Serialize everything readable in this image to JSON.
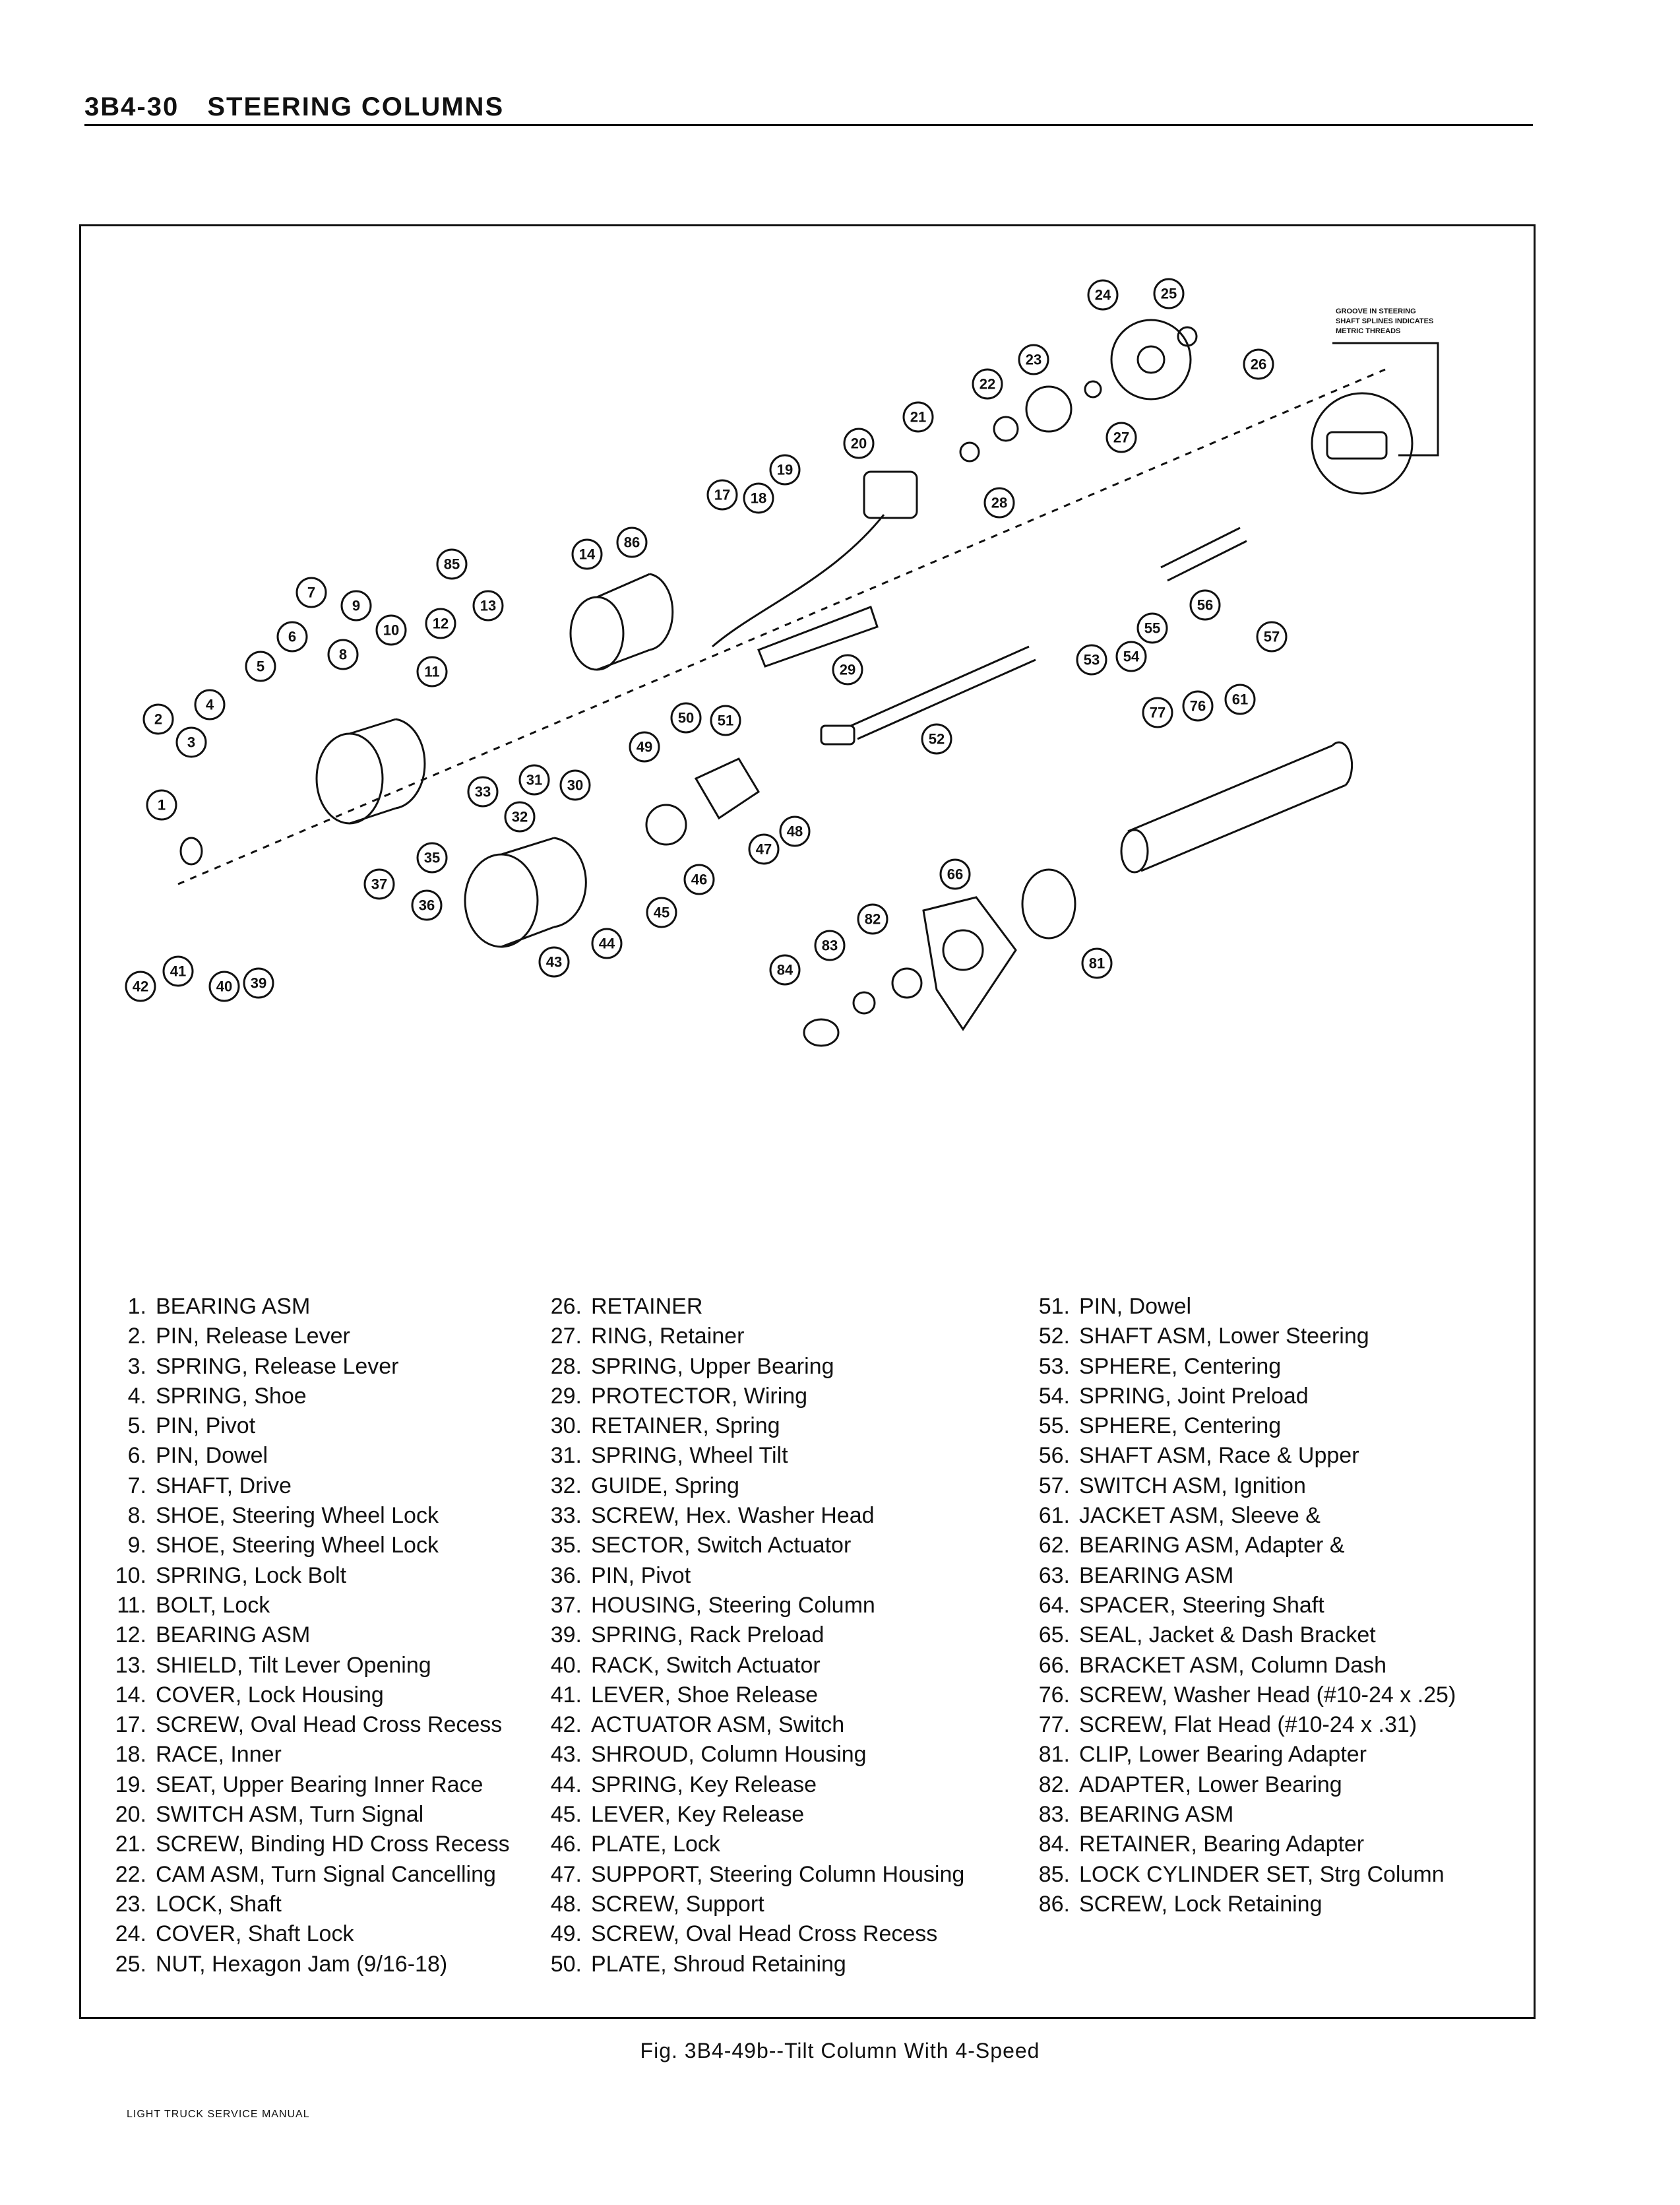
{
  "header": {
    "page_number": "3B4-30",
    "section_title": "STEERING COLUMNS"
  },
  "diagram": {
    "note_lines": [
      "GROOVE IN STEERING",
      "SHAFT SPLINES INDICATES",
      "METRIC THREADS"
    ],
    "callouts": [
      "1",
      "2",
      "3",
      "4",
      "5",
      "6",
      "7",
      "8",
      "9",
      "10",
      "11",
      "12",
      "13",
      "14",
      "17",
      "18",
      "19",
      "20",
      "21",
      "22",
      "23",
      "24",
      "25",
      "26",
      "27",
      "28",
      "29",
      "30",
      "31",
      "32",
      "33",
      "35",
      "36",
      "37",
      "39",
      "40",
      "41",
      "42",
      "43",
      "44",
      "45",
      "46",
      "47",
      "48",
      "49",
      "50",
      "51",
      "52",
      "53",
      "54",
      "55",
      "56",
      "57",
      "61",
      "66",
      "76",
      "77",
      "81",
      "82",
      "83",
      "84",
      "85",
      "86"
    ]
  },
  "legend": {
    "column1": [
      {
        "num": "1.",
        "text": "BEARING ASM"
      },
      {
        "num": "2.",
        "text": "PIN, Release Lever"
      },
      {
        "num": "3.",
        "text": "SPRING, Release  Lever"
      },
      {
        "num": "4.",
        "text": "SPRING, Shoe"
      },
      {
        "num": "5.",
        "text": "PIN, Pivot"
      },
      {
        "num": "6.",
        "text": "PIN, Dowel"
      },
      {
        "num": "7.",
        "text": "SHAFT, Drive"
      },
      {
        "num": "8.",
        "text": "SHOE, Steering Wheel Lock"
      },
      {
        "num": "9.",
        "text": "SHOE, Steering Wheel Lock"
      },
      {
        "num": "10.",
        "text": "SPRING, Lock Bolt"
      },
      {
        "num": "11.",
        "text": "BOLT, Lock"
      },
      {
        "num": "12.",
        "text": "BEARING ASM"
      },
      {
        "num": "13.",
        "text": "SHIELD, Tilt Lever Opening"
      },
      {
        "num": "14.",
        "text": "COVER, Lock Housing"
      },
      {
        "num": "17.",
        "text": "SCREW, Oval Head Cross Recess"
      },
      {
        "num": "18.",
        "text": "RACE, Inner"
      },
      {
        "num": "19.",
        "text": "SEAT, Upper Bearing Inner Race"
      },
      {
        "num": "20.",
        "text": "SWITCH ASM, Turn Signal"
      },
      {
        "num": "21.",
        "text": "SCREW, Binding HD Cross Recess"
      },
      {
        "num": "22.",
        "text": "CAM ASM, Turn Signal Cancelling"
      },
      {
        "num": "23.",
        "text": "LOCK, Shaft"
      },
      {
        "num": "24.",
        "text": "COVER, Shaft Lock"
      },
      {
        "num": "25.",
        "text": "NUT, Hexagon Jam (9/16-18)"
      }
    ],
    "column2": [
      {
        "num": "26.",
        "text": "RETAINER"
      },
      {
        "num": "27.",
        "text": "RING, Retainer"
      },
      {
        "num": "28.",
        "text": "SPRING, Upper Bearing"
      },
      {
        "num": "29.",
        "text": "PROTECTOR, Wiring"
      },
      {
        "num": "30.",
        "text": "RETAINER, Spring"
      },
      {
        "num": "31.",
        "text": "SPRING, Wheel Tilt"
      },
      {
        "num": "32.",
        "text": "GUIDE, Spring"
      },
      {
        "num": "33.",
        "text": "SCREW, Hex. Washer Head"
      },
      {
        "num": "35.",
        "text": "SECTOR, Switch Actuator"
      },
      {
        "num": "36.",
        "text": "PIN, Pivot"
      },
      {
        "num": "37.",
        "text": "HOUSING, Steering Column"
      },
      {
        "num": "39.",
        "text": "SPRING, Rack Preload"
      },
      {
        "num": "40.",
        "text": "RACK, Switch Actuator"
      },
      {
        "num": "41.",
        "text": "LEVER, Shoe Release"
      },
      {
        "num": "42.",
        "text": "ACTUATOR ASM, Switch"
      },
      {
        "num": "43.",
        "text": "SHROUD, Column Housing"
      },
      {
        "num": "44.",
        "text": "SPRING, Key Release"
      },
      {
        "num": "45.",
        "text": "LEVER, Key Release"
      },
      {
        "num": "46.",
        "text": "PLATE, Lock"
      },
      {
        "num": "47.",
        "text": "SUPPORT, Steering Column Housing"
      },
      {
        "num": "48.",
        "text": "SCREW, Support"
      },
      {
        "num": "49.",
        "text": "SCREW, Oval Head Cross Recess"
      },
      {
        "num": "50.",
        "text": "PLATE, Shroud Retaining"
      }
    ],
    "column3": [
      {
        "num": "51.",
        "text": "PIN, Dowel"
      },
      {
        "num": "52.",
        "text": "SHAFT ASM, Lower Steering"
      },
      {
        "num": "53.",
        "text": "SPHERE, Centering"
      },
      {
        "num": "54.",
        "text": "SPRING, Joint Preload"
      },
      {
        "num": "55.",
        "text": "SPHERE, Centering"
      },
      {
        "num": "56.",
        "text": "SHAFT ASM, Race & Upper"
      },
      {
        "num": "57.",
        "text": "SWITCH ASM, Ignition"
      },
      {
        "num": "61.",
        "text": "JACKET ASM, Sleeve &"
      },
      {
        "num": "62.",
        "text": "BEARING ASM, Adapter &"
      },
      {
        "num": "63.",
        "text": "BEARING ASM"
      },
      {
        "num": "64.",
        "text": "SPACER, Steering Shaft"
      },
      {
        "num": "65.",
        "text": "SEAL, Jacket & Dash Bracket"
      },
      {
        "num": "66.",
        "text": "BRACKET ASM, Column Dash"
      },
      {
        "num": "76.",
        "text": "SCREW, Washer Head (#10-24 x .25)"
      },
      {
        "num": "77.",
        "text": "SCREW, Flat Head (#10-24 x .31)"
      },
      {
        "num": "81.",
        "text": "CLIP, Lower Bearing Adapter"
      },
      {
        "num": "82.",
        "text": "ADAPTER, Lower Bearing"
      },
      {
        "num": "83.",
        "text": "BEARING ASM"
      },
      {
        "num": "84.",
        "text": "RETAINER, Bearing Adapter"
      },
      {
        "num": "85.",
        "text": "LOCK CYLINDER SET, Strg Column"
      },
      {
        "num": "86.",
        "text": "SCREW, Lock Retaining"
      }
    ]
  },
  "caption": "Fig. 3B4-49b--Tilt Column With 4-Speed",
  "footer": "LIGHT TRUCK SERVICE MANUAL"
}
